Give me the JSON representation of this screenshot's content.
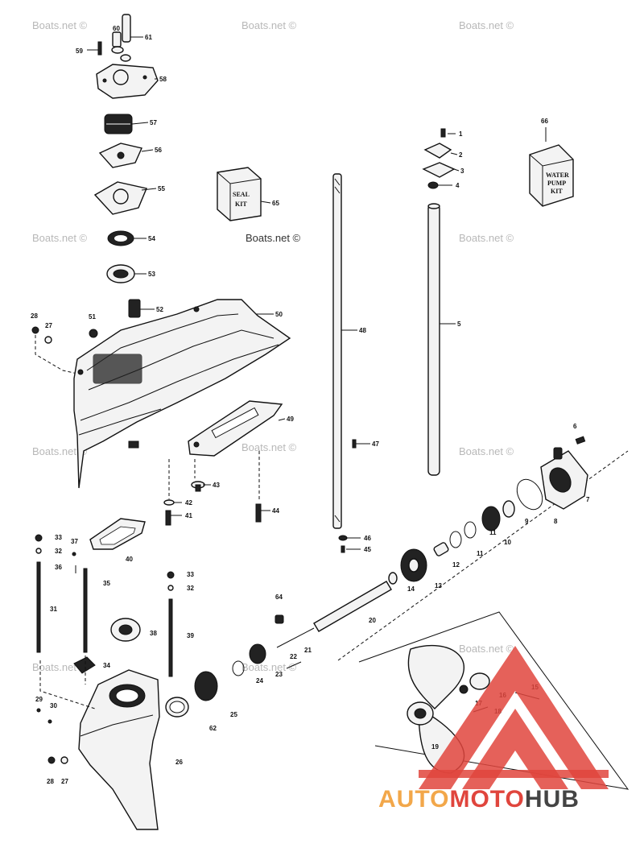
{
  "watermark": "Boats.net ©",
  "kits": {
    "seal_kit": [
      "SEAL",
      "KIT"
    ],
    "water_pump_kit": [
      "WATER",
      "PUMP",
      "KIT"
    ]
  },
  "callouts": [
    "1",
    "2",
    "3",
    "4",
    "5",
    "6",
    "7",
    "8",
    "9",
    "10",
    "11",
    "11",
    "12",
    "13",
    "14",
    "15",
    "16",
    "17",
    "18",
    "19",
    "20",
    "21",
    "22",
    "23",
    "24",
    "25",
    "26",
    "27",
    "27",
    "28",
    "28",
    "29",
    "30",
    "31",
    "32",
    "32",
    "33",
    "33",
    "34",
    "35",
    "36",
    "37",
    "38",
    "39",
    "40",
    "41",
    "42",
    "43",
    "44",
    "45",
    "46",
    "47",
    "48",
    "49",
    "50",
    "51",
    "52",
    "53",
    "54",
    "55",
    "56",
    "57",
    "58",
    "59",
    "60",
    "61",
    "62",
    "64",
    "65",
    "66"
  ],
  "logo": {
    "auto": "AUTO",
    "moto": "MOTO",
    "hub": "HUB",
    "colors": {
      "auto": "#f2a74a",
      "moto": "#e0453d",
      "hub": "#444444"
    }
  }
}
